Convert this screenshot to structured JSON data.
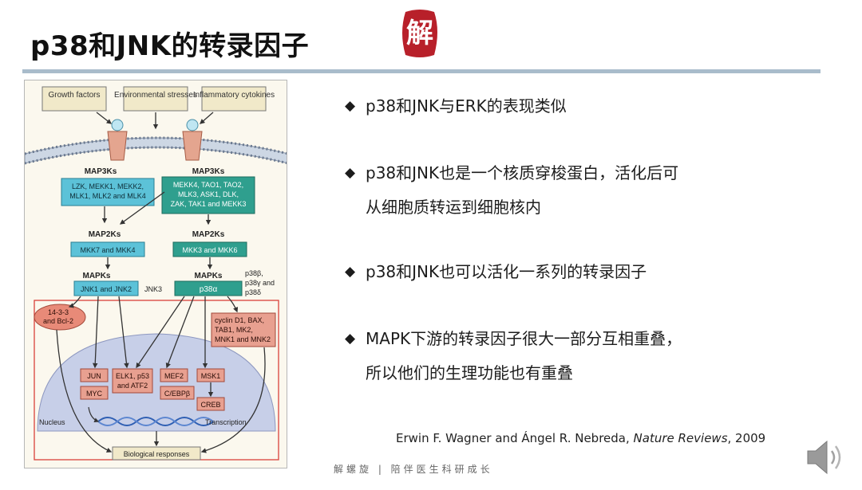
{
  "slide": {
    "title": "p38和JNK的转录因子",
    "seal_char": "解"
  },
  "diagram": {
    "inputs": [
      "Growth factors",
      "Environmental stresses",
      "Inflammatory cytokines"
    ],
    "map3k_left_label": "MAP3Ks",
    "map3k_right_label": "MAP3Ks",
    "map3k_left_lines": [
      "LZK, MEKK1, MEKK2,",
      "MLK1, MLK2 and MLK4"
    ],
    "map3k_right_lines": [
      "MEKK4, TAO1, TAO2,",
      "MLK3, ASK1, DLK,",
      "ZAK, TAK1 and MEKK3"
    ],
    "map2k_left_label": "MAP2Ks",
    "map2k_right_label": "MAP2Ks",
    "map2k_left": "MKK7 and MKK4",
    "map2k_right": "MKK3 and MKK6",
    "mapk_left_label": "MAPKs",
    "mapk_right_label": "MAPKs",
    "mapk_left": "JNK1 and JNK2",
    "jnk3": "JNK3",
    "mapk_right": "p38α",
    "p38_others_lines": [
      "p38β,",
      "p38γ and",
      "p38δ"
    ],
    "adaptor_lines": [
      "14-3-3",
      "and Bcl-2"
    ],
    "cyto_targets_lines": [
      "cyclin D1, BAX,",
      "TAB1, MK2,",
      "MNK1 and MNK2"
    ],
    "tf_jun": "JUN",
    "tf_myc": "MYC",
    "tf_elk_lines": [
      "ELK1, p53",
      "and ATF2"
    ],
    "tf_mef2": "MEF2",
    "tf_cebp": "C/EBPβ",
    "tf_msk1": "MSK1",
    "tf_creb": "CREB",
    "nucleus": "Nucleus",
    "transcription": "Transcription",
    "bio": "Biological responses"
  },
  "bullets": [
    {
      "mark": "◆",
      "lines": [
        "p38和JNK与ERK的表现类似"
      ]
    },
    {
      "mark": "◆",
      "lines": [
        "p38和JNK也是一个核质穿梭蛋白，活化后可",
        "从细胞质转运到细胞核内"
      ]
    },
    {
      "mark": "◆",
      "lines": [
        "p38和JNK也可以活化一系列的转录因子"
      ]
    },
    {
      "mark": "◆",
      "lines": [
        "MAPK下游的转录因子很大一部分互相重叠，",
        "所以他们的生理功能也有重叠"
      ]
    }
  ],
  "citation": {
    "authors": "Erwin F. Wagner and Ángel R. Nebreda,",
    "journal": "Nature Reviews",
    "year": ", 2009"
  },
  "footer": "解螺旋 | 陪伴医生科研成长",
  "icons": {
    "seal": "seal-icon",
    "speaker": "speaker-icon"
  },
  "colors": {
    "rule": "#a9bccb",
    "red_box": "#d9413a",
    "cyan_box": "#3fb0c9",
    "teal_box": "#2f9f8e",
    "receptor": "#e4a58f"
  }
}
